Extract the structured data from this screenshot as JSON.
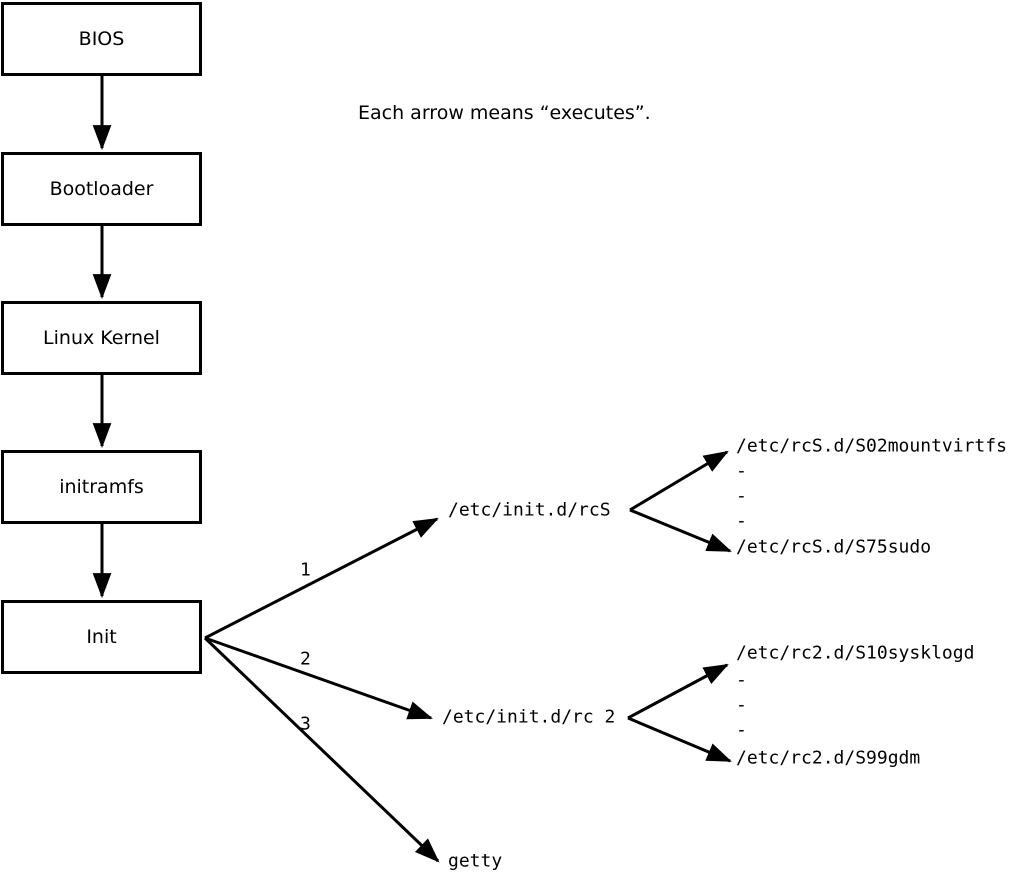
{
  "diagram": {
    "note": "Each arrow means “executes”.",
    "boot_chain": [
      {
        "label": "BIOS"
      },
      {
        "label": "Bootloader"
      },
      {
        "label": "Linux Kernel"
      },
      {
        "label": "initramfs"
      },
      {
        "label": "Init"
      }
    ],
    "init_branches": [
      {
        "order": "1",
        "target": "/etc/init.d/rcS"
      },
      {
        "order": "2",
        "target": "/etc/init.d/rc 2"
      },
      {
        "order": "3",
        "target": "getty"
      }
    ],
    "rcS_scripts": [
      "/etc/rcS.d/S02mountvirtfs",
      "-",
      "-",
      "-",
      "/etc/rcS.d/S75sudo"
    ],
    "rc2_scripts": [
      "/etc/rc2.d/S10sysklogd",
      "-",
      "-",
      "-",
      "/etc/rc2.d/S99gdm"
    ]
  }
}
